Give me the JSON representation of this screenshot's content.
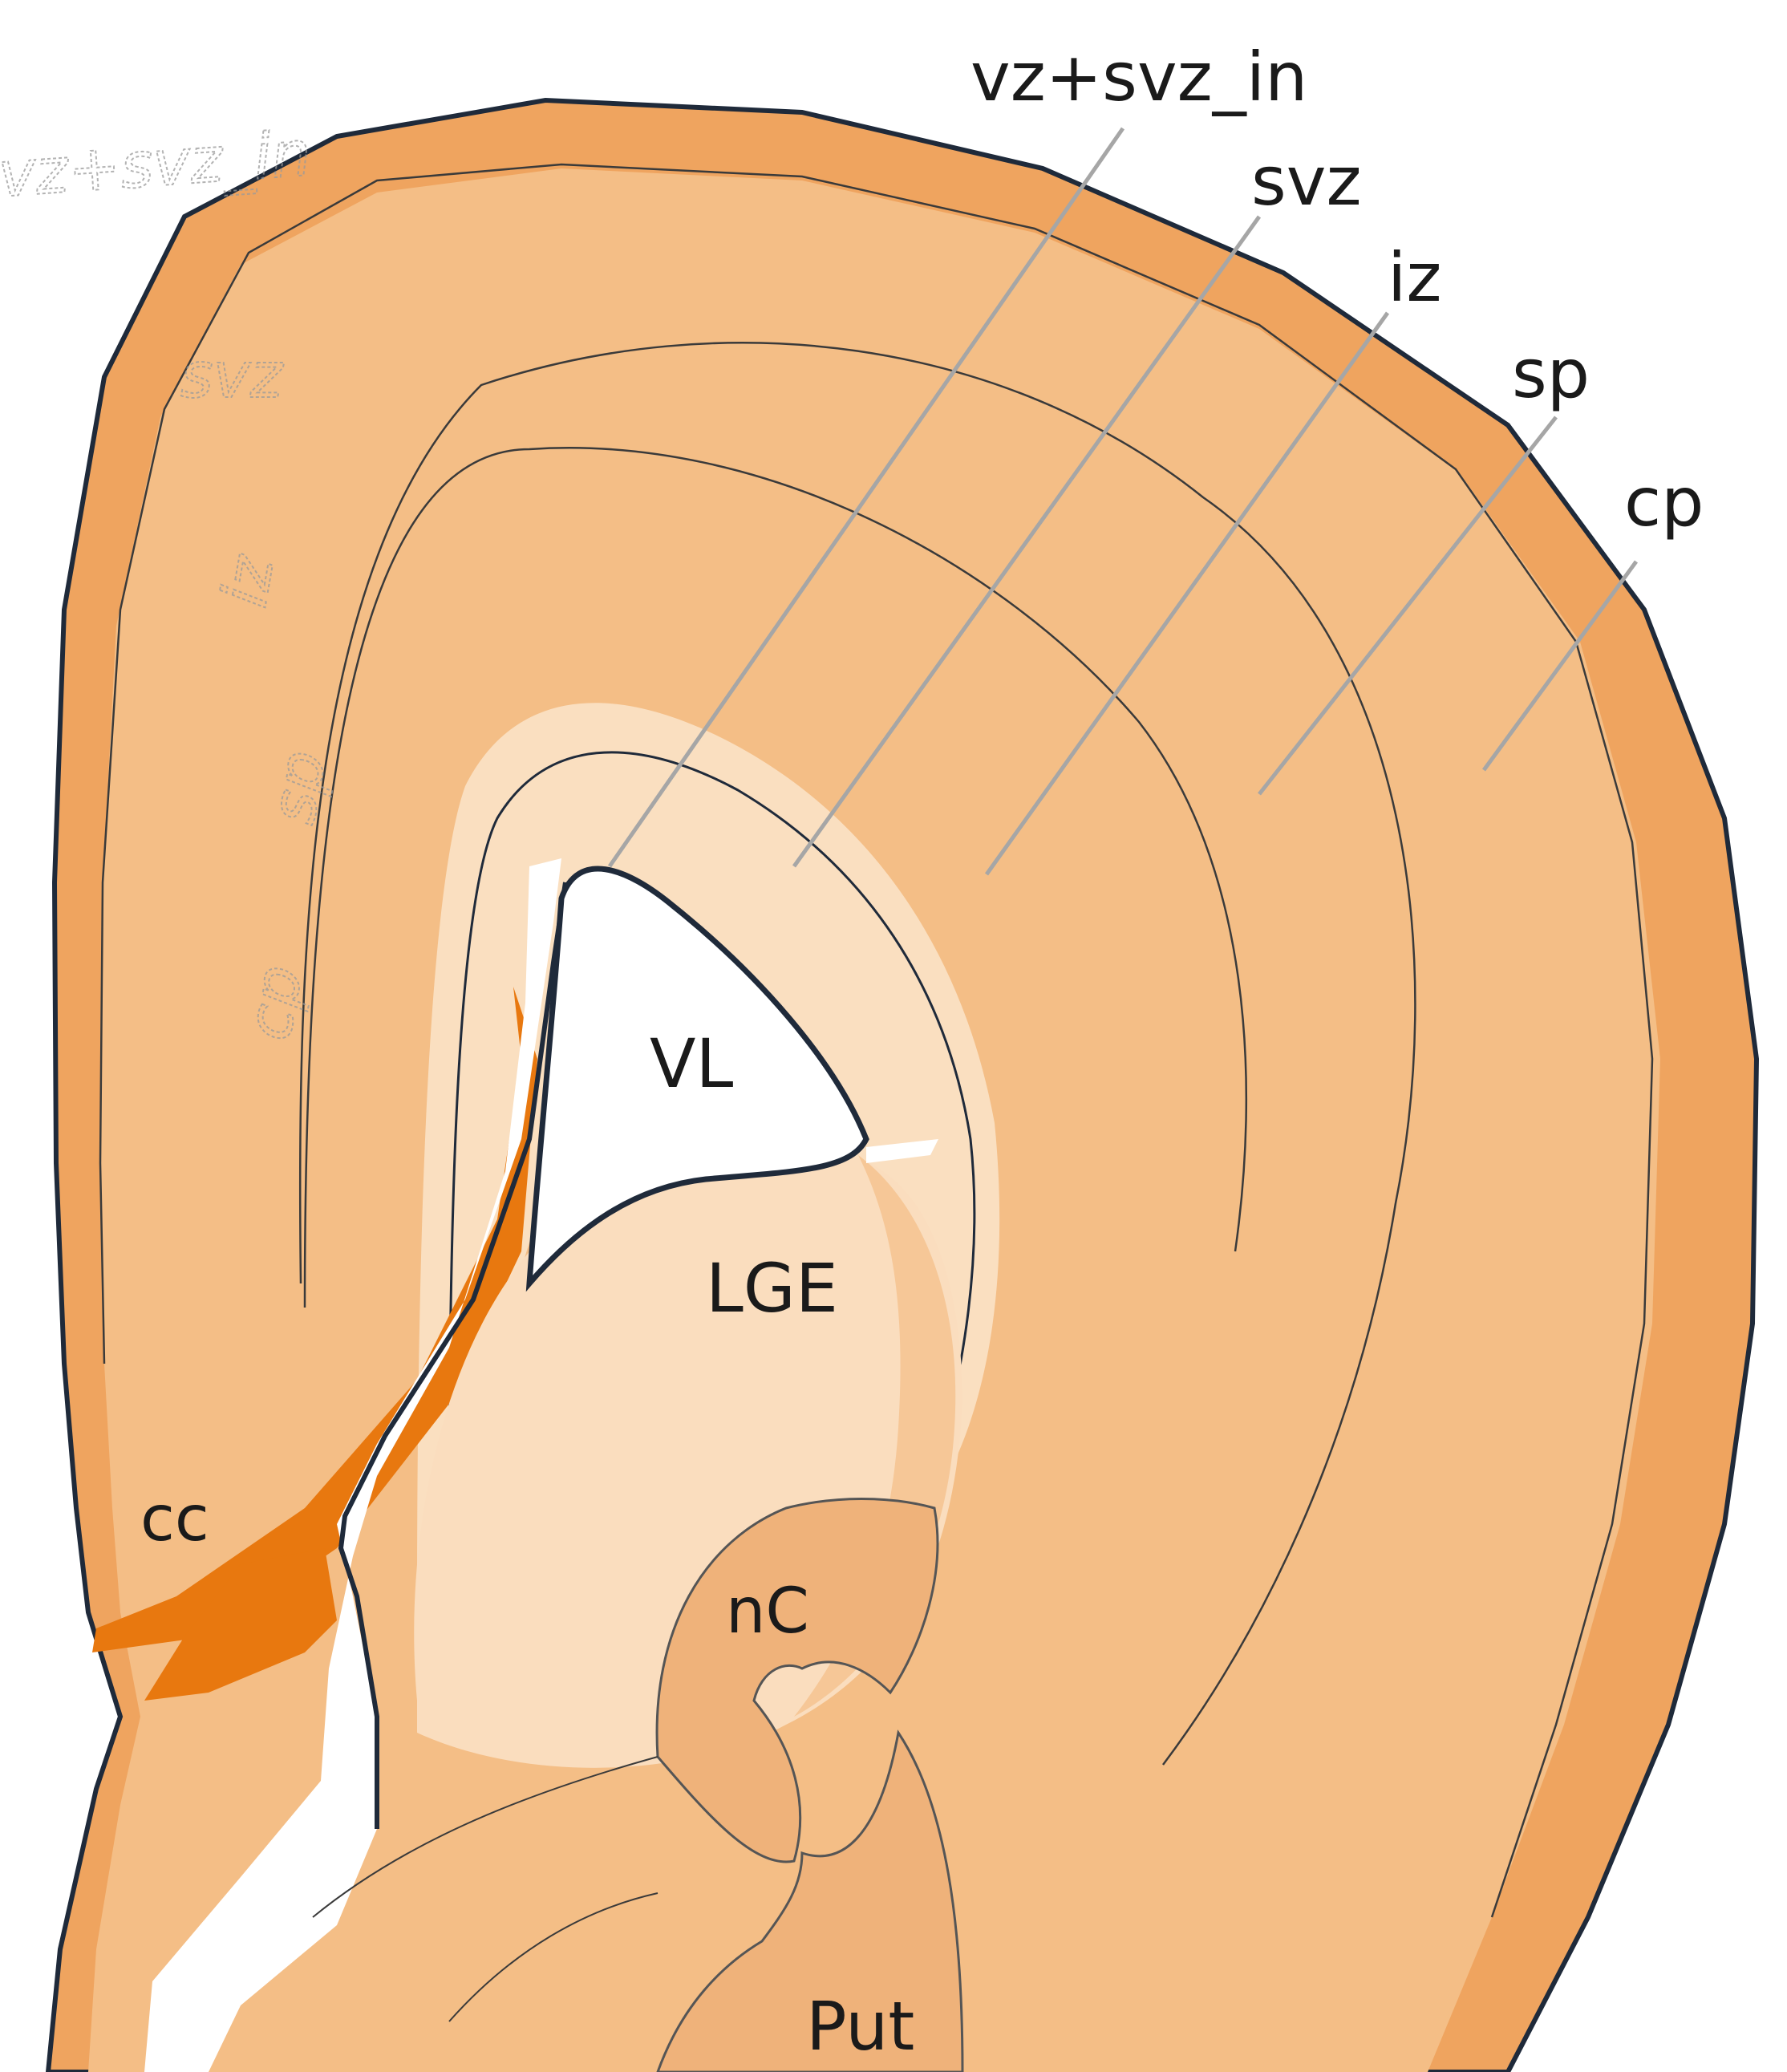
{
  "layer_labels": {
    "vz_svz_in": "vz+svz_in",
    "svz": "svz",
    "iz": "iz",
    "sp": "sp",
    "cp": "cp"
  },
  "region_labels": {
    "vl": "VL",
    "lge": "LGE",
    "cc": "cc",
    "nc": "nC",
    "put": "Put"
  },
  "colors": {
    "cortical_plate": "#EFA45F",
    "inner_layers": "#F4BE86",
    "ventricular_zone": "#FADFC0",
    "lge": "#FADDBE",
    "corpus_callosum": "#E8780F",
    "ventricle": "#FFFFFF",
    "outline": "#1F2A3A"
  }
}
